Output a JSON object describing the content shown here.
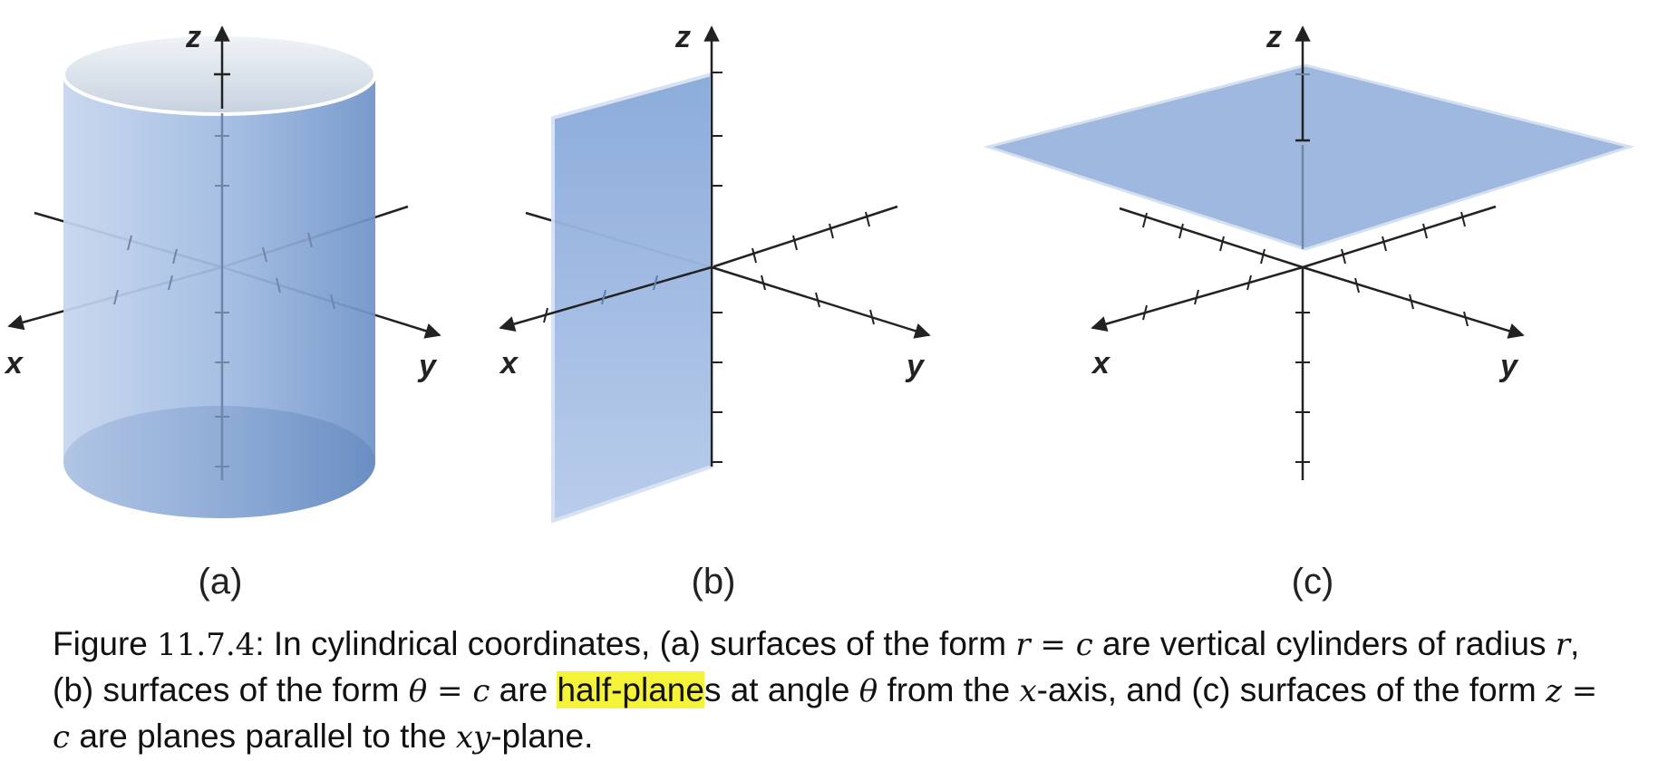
{
  "figure": {
    "panels": [
      {
        "label": "(a)",
        "axes": {
          "x": "x",
          "y": "y",
          "z": "z"
        },
        "surface": "cylinder"
      },
      {
        "label": "(b)",
        "axes": {
          "x": "x",
          "y": "y",
          "z": "z"
        },
        "surface": "half-plane"
      },
      {
        "label": "(c)",
        "axes": {
          "x": "x",
          "y": "y",
          "z": "z"
        },
        "surface": "plane"
      }
    ],
    "colors": {
      "surface": "#8fb0dc",
      "surface_dark": "#6f90c4",
      "surface_light": "#c3d4ee",
      "axis": "#222222",
      "highlight": "#f5f23a"
    }
  },
  "caption": {
    "prefix": "Figure ",
    "number": "11.7.4",
    "t1": ": In cylindrical coordinates, (a) surfaces of the form ",
    "m_r": "r",
    "eq": " = ",
    "m_c": "c",
    "t2": " are vertical cylinders of radius ",
    "m_r2": "r",
    "t3": ", (b) surfaces of the form ",
    "m_theta": "θ",
    "eq2": " = ",
    "m_c2": "c",
    "t4": " are ",
    "highlight": "half-plane",
    "t5": "s at angle ",
    "m_theta2": "θ",
    "t6": " from the ",
    "m_x": "x",
    "t7": "-axis, and (c) surfaces of the form ",
    "m_z": "z",
    "eq3": " = ",
    "m_c3": "c",
    "t8": " are planes parallel to the ",
    "m_xy": "xy",
    "t9": "-plane."
  }
}
